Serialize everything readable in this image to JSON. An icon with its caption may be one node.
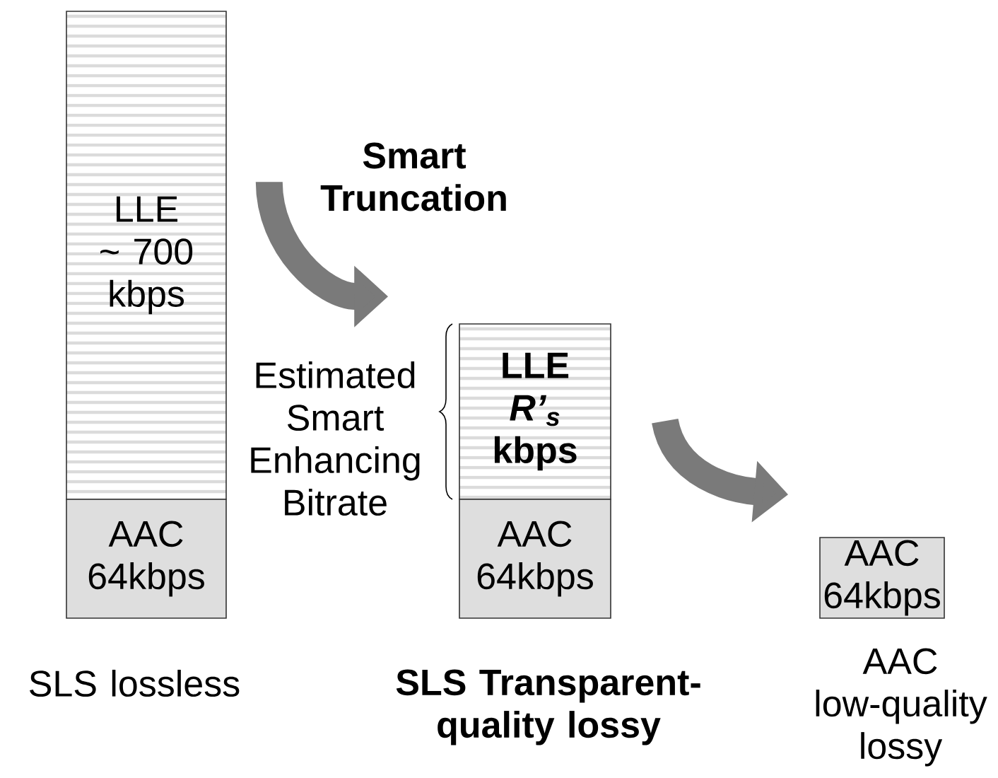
{
  "diagram": {
    "nodes": [
      {
        "text": [
          "LLE ~ 700 kbps"
        ]
      },
      {
        "text": [
          "AAC 64kbps"
        ]
      },
      {
        "text": [
          "LLE *R’$_{s}$* kbps"
        ]
      },
      {
        "text": [
          "AAC 64kbps"
        ]
      },
      {
        "text": [
          "AAC 64kbps"
        ]
      }
    ],
    "edges": [
      {
        "from": 0,
        "to": 2,
        "arrow": "to",
        "label": "Smart Truncation"
      },
      {
        "from": 2,
        "to": 4,
        "arrow": "to"
      }
    ],
    "labels": [
      "Estimated Smart Enhancing Bitrate",
      "SLS lossless",
      "SLS Transparent-quality lossy",
      "AAC low-quality lossy"
    ]
  }
}
